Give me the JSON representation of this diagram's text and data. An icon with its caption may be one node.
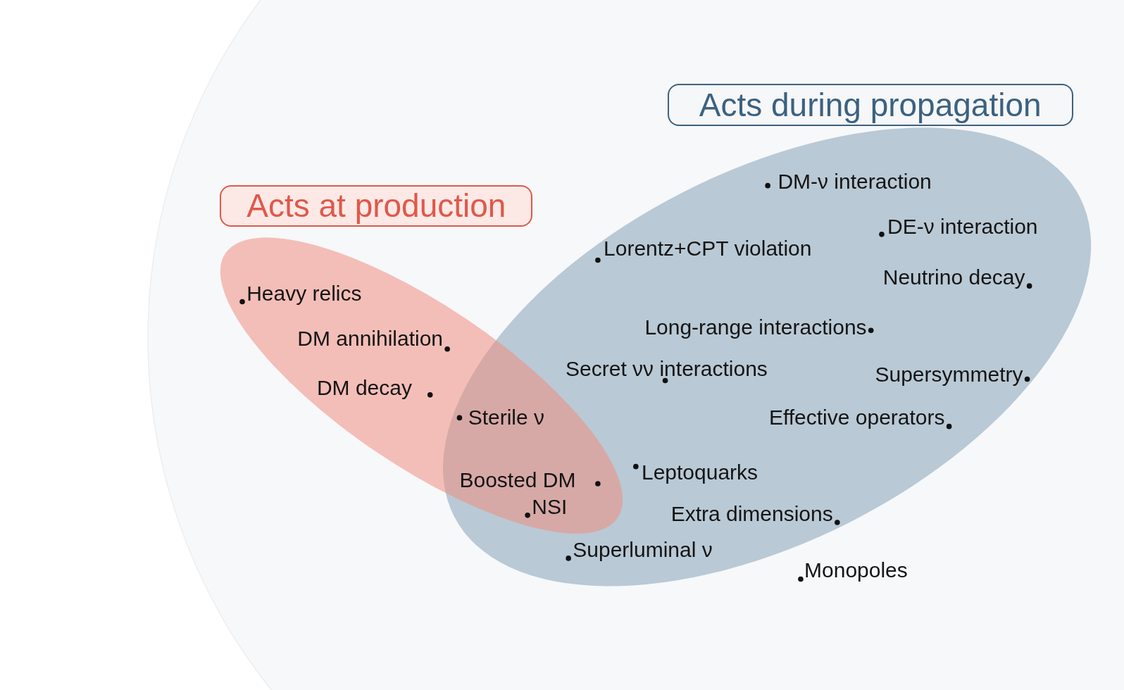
{
  "diagram": {
    "nodes": [
      {
        "text": [
          "Acts at production"
        ]
      },
      {
        "text": [
          "Acts during propagation"
        ]
      },
      {
        "text": [],
        "shape": "ellipse"
      },
      {
        "text": [],
        "shape": "ellipse"
      }
    ],
    "labels": [
      "DM-ν interaction",
      "DE-ν interaction",
      "Lorentz+CPT violation",
      "Neutrino decay",
      "Heavy relics",
      "Long-range interactions",
      "DM annihilation",
      "Secret νν interactions",
      "Supersymmetry",
      "DM decay",
      "Sterile ν",
      "Effective operators",
      "Leptoquarks",
      "Boosted DM",
      "NSI",
      "Extra dimensions",
      "Superluminal ν",
      "Monopoles"
    ]
  }
}
